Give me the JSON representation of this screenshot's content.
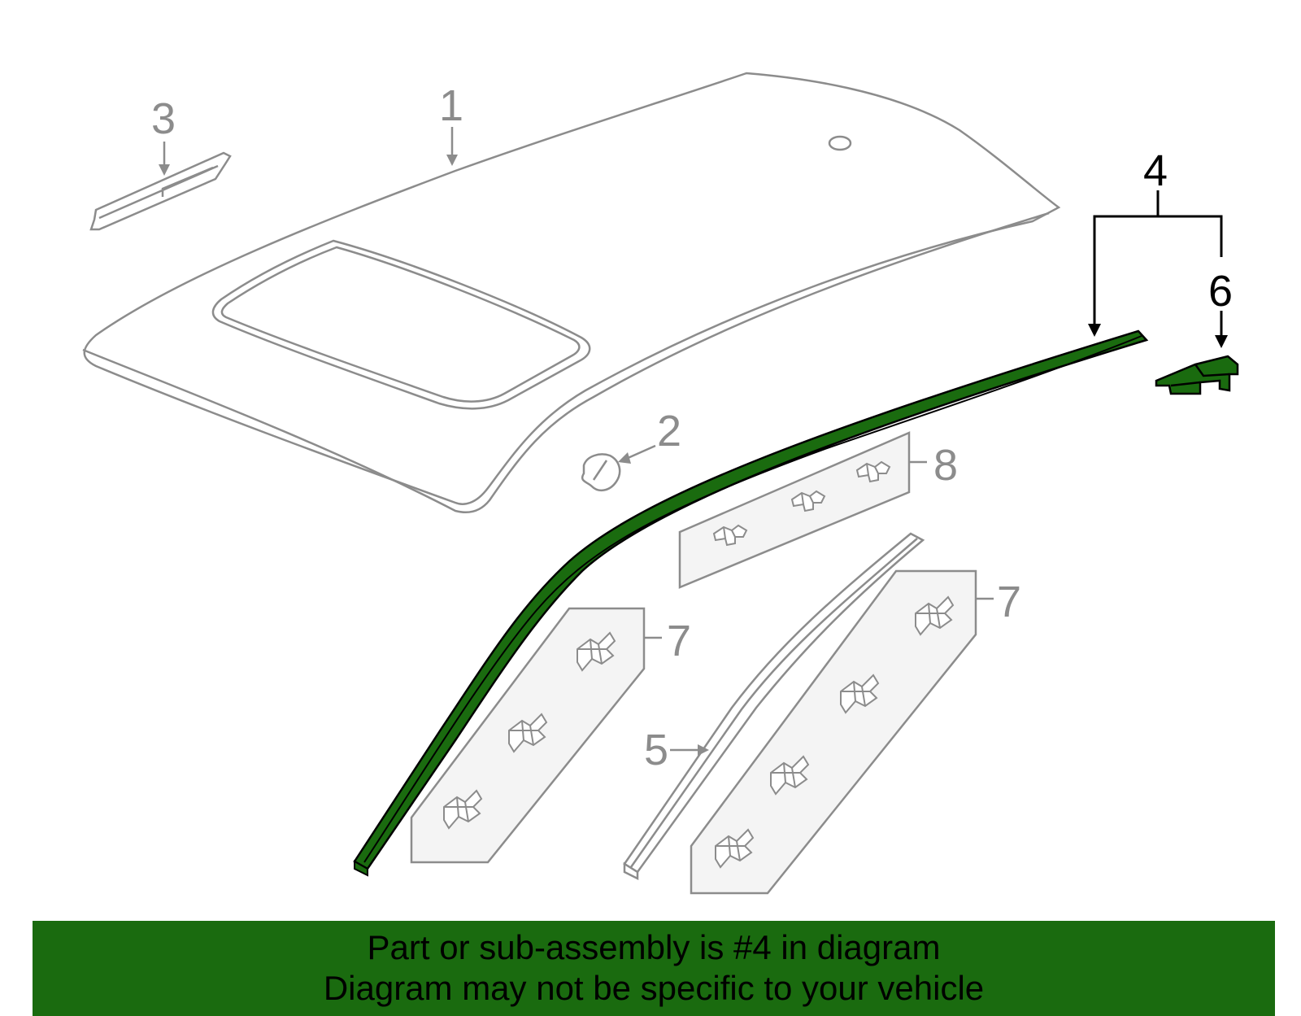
{
  "callouts": {
    "c1": "1",
    "c2": "2",
    "c3": "3",
    "c4": "4",
    "c5": "5",
    "c6": "6",
    "c7a": "7",
    "c7b": "7",
    "c8": "8"
  },
  "banner": {
    "line1": "Part or sub-assembly is #4 in diagram",
    "line2": "Diagram may not be specific to your vehicle"
  },
  "colors": {
    "highlight": "#1a6b0f",
    "outline": "#8c8c8c",
    "panel_fill": "#f4f4f4"
  },
  "highlighted_part": "4"
}
